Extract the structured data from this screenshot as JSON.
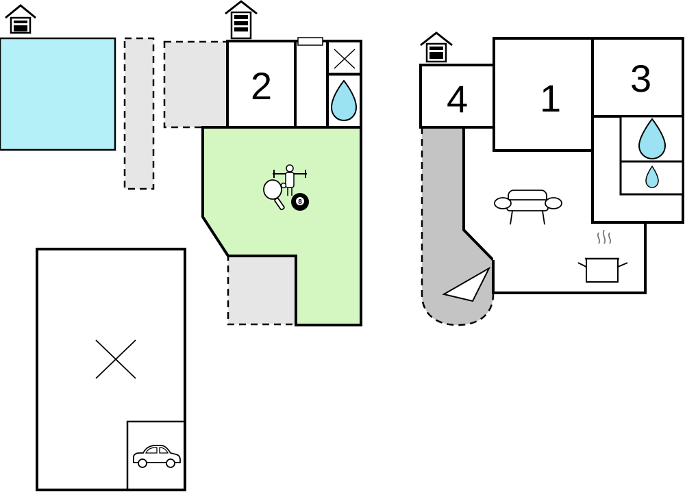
{
  "rooms": {
    "room_1": "1",
    "room_2": "2",
    "room_3": "3",
    "room_4": "4"
  },
  "colors": {
    "pool": "#b3f0f8",
    "game_room": "#d4f7c2",
    "terrace": "#e6e6e6",
    "veranda": "#c4c4c4",
    "water": "#9be3f2",
    "wall": "#000000"
  },
  "icons": [
    "house-icon",
    "pool",
    "bedroom",
    "toilet-icon",
    "water-drop-icon",
    "table-football-icon",
    "table-tennis-icon",
    "billiard-ball-icon",
    "sofa-icon",
    "cooking-pot-icon",
    "fireplace-icon",
    "car-icon"
  ],
  "billiard_ball_number": "8"
}
